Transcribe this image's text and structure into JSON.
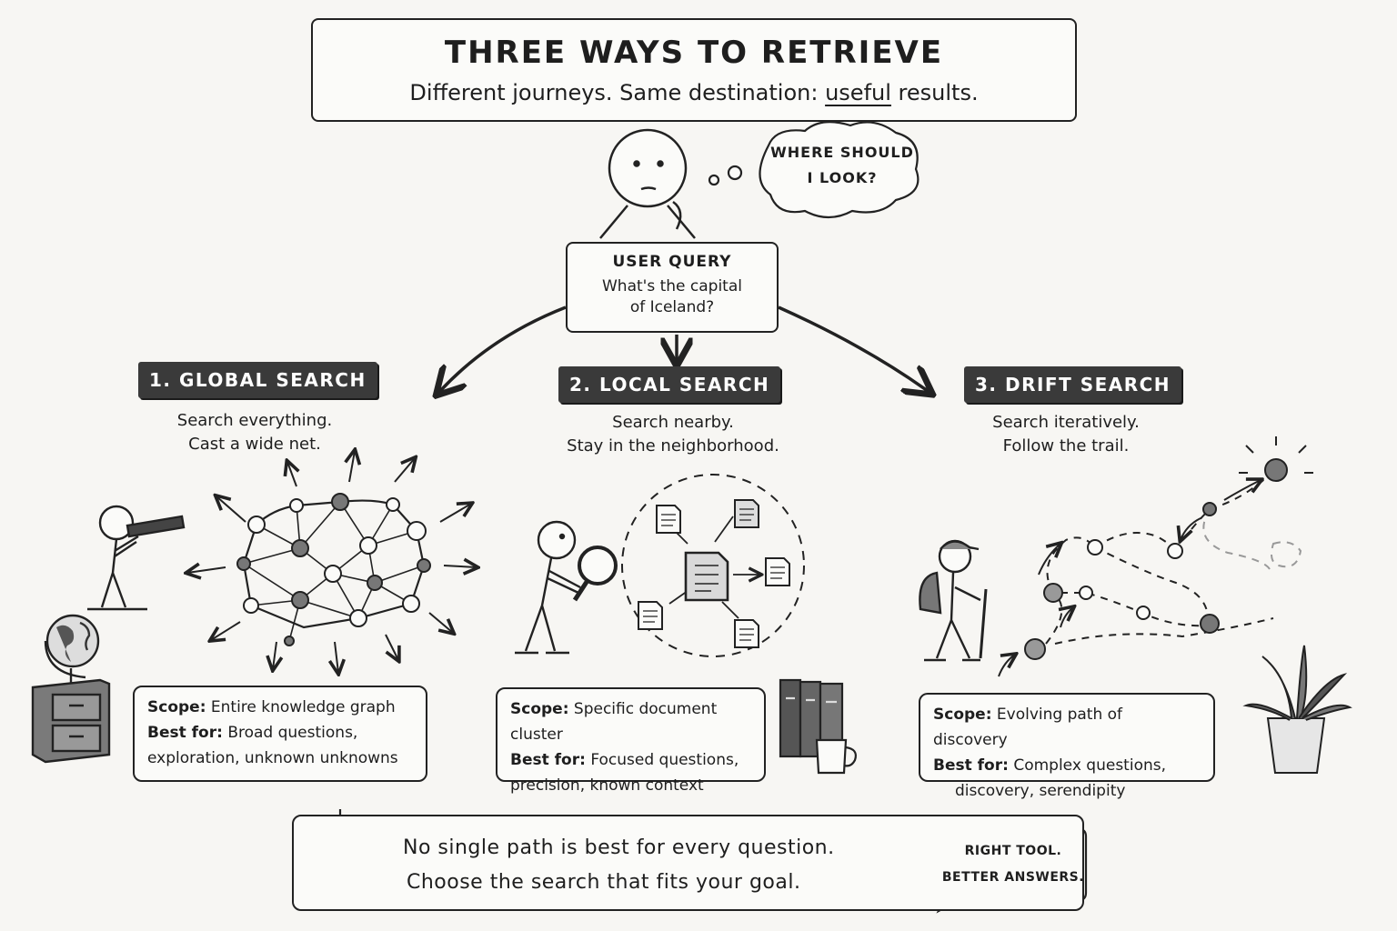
{
  "header": {
    "title": "THREE WAYS TO RETRIEVE",
    "subtitle_prefix": "Different journeys. Same destination:",
    "subtitle_emphasis": "useful",
    "subtitle_suffix": "results."
  },
  "query": {
    "thought_line1": "WHERE SHOULD",
    "thought_line2": "I LOOK?",
    "label": "USER QUERY",
    "line1": "What's the capital",
    "line2": "of Iceland?"
  },
  "methods": [
    {
      "tag": "1. GLOBAL SEARCH",
      "desc_line1": "Search everything.",
      "desc_line2": "Cast a wide net.",
      "scope_label": "Scope:",
      "scope": "Entire knowledge graph",
      "best_label": "Best for:",
      "best_line1": "Broad questions,",
      "best_line2": "exploration, unknown unknowns"
    },
    {
      "tag": "2. LOCAL SEARCH",
      "desc_line1": "Search nearby.",
      "desc_line2": "Stay in the neighborhood.",
      "scope_label": "Scope:",
      "scope": "Specific document cluster",
      "best_label": "Best for:",
      "best_line1": "Focused questions,",
      "best_line2": "precision, known context"
    },
    {
      "tag": "3. DRIFT SEARCH",
      "desc_line1": "Search iteratively.",
      "desc_line2": "Follow the trail.",
      "scope_label": "Scope:",
      "scope": "Evolving path of discovery",
      "best_label": "Best for:",
      "best_line1": "Complex questions,",
      "best_line2": "discovery, serendipity"
    }
  ],
  "footer": {
    "line1": "No single path is best for every question.",
    "line2": "Choose the search that fits your goal.",
    "speech_line1": "RIGHT TOOL.",
    "speech_line2": "BETTER ANSWERS."
  },
  "icons": [
    "thinking-person-icon",
    "thought-bubble-icon",
    "telescope-person-icon",
    "globe-icon",
    "file-cabinet-icon",
    "knowledge-graph-icon",
    "magnifier-person-icon",
    "document-icon",
    "binders-icon",
    "coffee-mug-icon",
    "hiker-icon",
    "trail-path-icon",
    "sun-icon",
    "potted-plant-icon",
    "lightbulb-icon",
    "smiling-person-icon",
    "speech-bubble-icon"
  ],
  "colors": {
    "ink": "#222222",
    "tag_bg": "#3a3a3a",
    "node_dark": "#777777",
    "background": "#f7f6f3"
  }
}
